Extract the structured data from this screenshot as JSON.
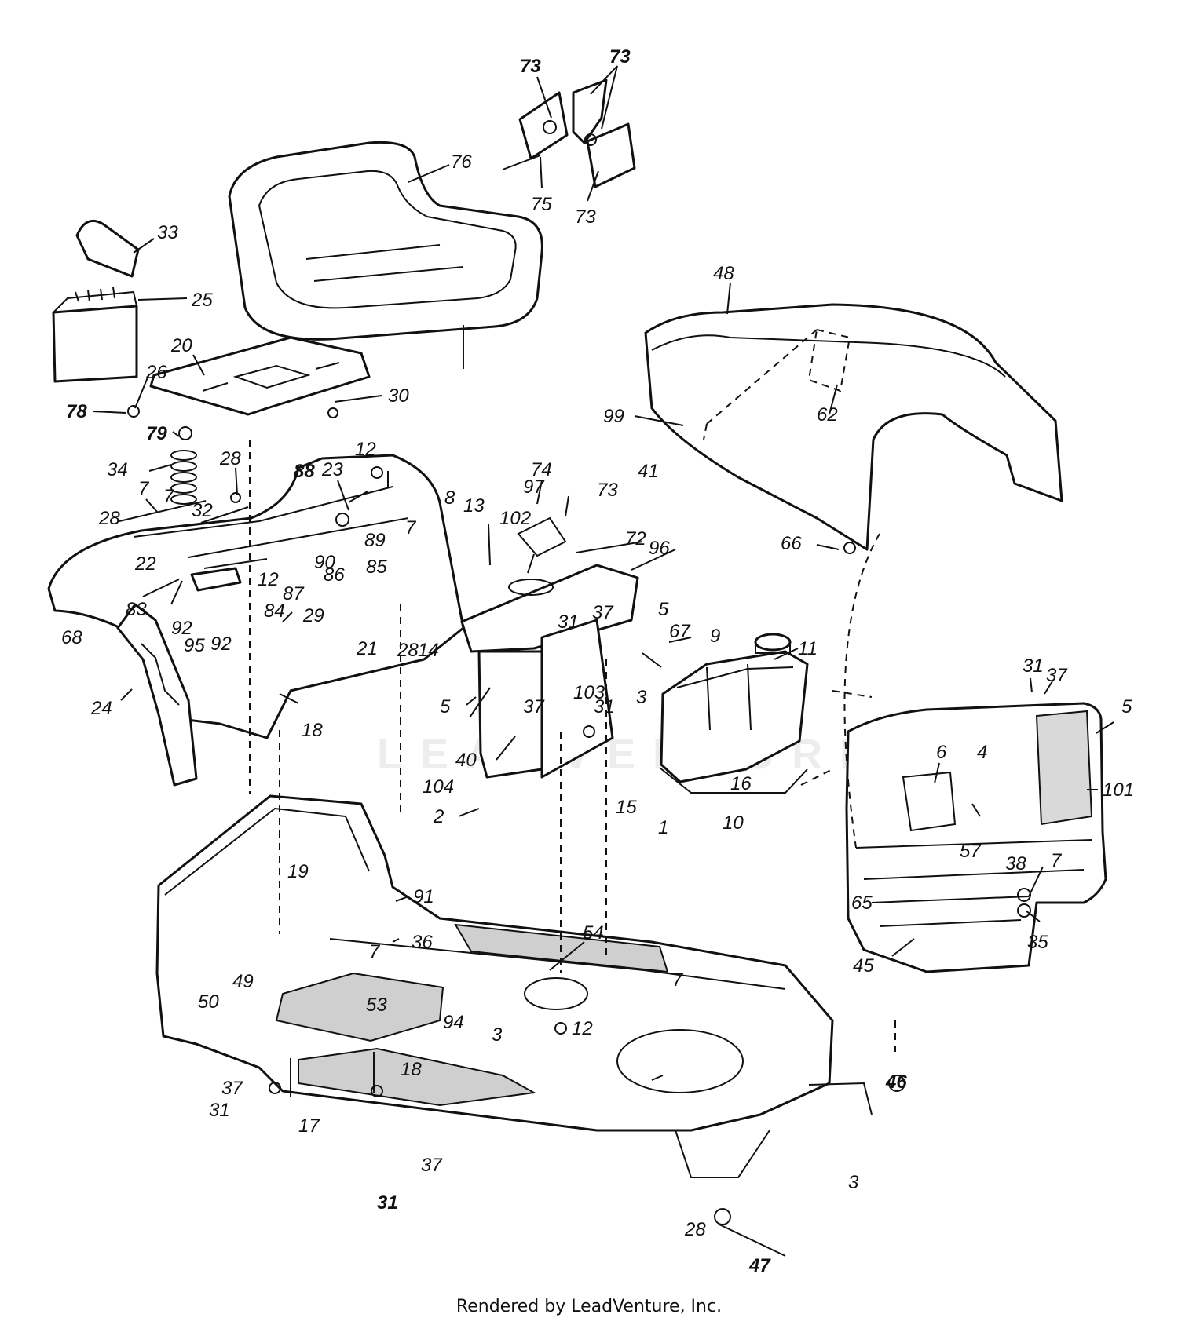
{
  "watermark": "LEADVENTURE",
  "footer": "Rendered by LeadVenture, Inc.",
  "callouts": [
    {
      "text": "73",
      "bold": true
    },
    {
      "text": "73",
      "bold": true
    },
    {
      "text": "75",
      "bold": false
    },
    {
      "text": "73",
      "bold": false
    },
    {
      "text": "76",
      "bold": false
    },
    {
      "text": "33",
      "bold": false
    },
    {
      "text": "25",
      "bold": false
    },
    {
      "text": "48",
      "bold": false
    },
    {
      "text": "20",
      "bold": false
    },
    {
      "text": "26",
      "bold": false
    },
    {
      "text": "30",
      "bold": false
    },
    {
      "text": "78",
      "bold": true
    },
    {
      "text": "79",
      "bold": true
    },
    {
      "text": "62",
      "bold": false
    },
    {
      "text": "99",
      "bold": false
    },
    {
      "text": "41",
      "bold": false
    },
    {
      "text": "34",
      "bold": false
    },
    {
      "text": "28",
      "bold": false
    },
    {
      "text": "88",
      "bold": true
    },
    {
      "text": "23",
      "bold": false
    },
    {
      "text": "12",
      "bold": false
    },
    {
      "text": "7",
      "bold": false
    },
    {
      "text": "74",
      "bold": false
    },
    {
      "text": "97",
      "bold": false
    },
    {
      "text": "73",
      "bold": false
    },
    {
      "text": "8",
      "bold": false
    },
    {
      "text": "13",
      "bold": false
    },
    {
      "text": "102",
      "bold": false
    },
    {
      "text": "72",
      "bold": false
    },
    {
      "text": "66",
      "bold": false
    },
    {
      "text": "7",
      "bold": false
    },
    {
      "text": "28",
      "bold": false
    },
    {
      "text": "32",
      "bold": false
    },
    {
      "text": "7",
      "bold": false
    },
    {
      "text": "89",
      "bold": false
    },
    {
      "text": "96",
      "bold": false
    },
    {
      "text": "22",
      "bold": false
    },
    {
      "text": "90",
      "bold": false
    },
    {
      "text": "86",
      "bold": false
    },
    {
      "text": "85",
      "bold": false
    },
    {
      "text": "12",
      "bold": false
    },
    {
      "text": "87",
      "bold": false
    },
    {
      "text": "83",
      "bold": false
    },
    {
      "text": "84",
      "bold": false
    },
    {
      "text": "68",
      "bold": false
    },
    {
      "text": "92",
      "bold": false
    },
    {
      "text": "95",
      "bold": false
    },
    {
      "text": "92",
      "bold": false
    },
    {
      "text": "29",
      "bold": false
    },
    {
      "text": "14",
      "bold": false
    },
    {
      "text": "28",
      "bold": false
    },
    {
      "text": "21",
      "bold": false
    },
    {
      "text": "5",
      "bold": false
    },
    {
      "text": "37",
      "bold": false
    },
    {
      "text": "9",
      "bold": false
    },
    {
      "text": "67",
      "bold": false
    },
    {
      "text": "31",
      "bold": false
    },
    {
      "text": "11",
      "bold": false
    },
    {
      "text": "24",
      "bold": false
    },
    {
      "text": "18",
      "bold": false
    },
    {
      "text": "5",
      "bold": false
    },
    {
      "text": "37",
      "bold": false
    },
    {
      "text": "103",
      "bold": false
    },
    {
      "text": "31",
      "bold": false
    },
    {
      "text": "3",
      "bold": false
    },
    {
      "text": "31",
      "bold": false
    },
    {
      "text": "37",
      "bold": false
    },
    {
      "text": "5",
      "bold": false
    },
    {
      "text": "40",
      "bold": false
    },
    {
      "text": "6",
      "bold": false
    },
    {
      "text": "4",
      "bold": false
    },
    {
      "text": "104",
      "bold": false
    },
    {
      "text": "15",
      "bold": false
    },
    {
      "text": "16",
      "bold": false
    },
    {
      "text": "101",
      "bold": false
    },
    {
      "text": "2",
      "bold": false
    },
    {
      "text": "1",
      "bold": false
    },
    {
      "text": "10",
      "bold": false
    },
    {
      "text": "57",
      "bold": false
    },
    {
      "text": "38",
      "bold": false
    },
    {
      "text": "7",
      "bold": false
    },
    {
      "text": "19",
      "bold": false
    },
    {
      "text": "91",
      "bold": false
    },
    {
      "text": "65",
      "bold": false
    },
    {
      "text": "7",
      "bold": false
    },
    {
      "text": "36",
      "bold": false
    },
    {
      "text": "54",
      "bold": false
    },
    {
      "text": "35",
      "bold": false
    },
    {
      "text": "45",
      "bold": false
    },
    {
      "text": "49",
      "bold": false
    },
    {
      "text": "50",
      "bold": false
    },
    {
      "text": "53",
      "bold": false
    },
    {
      "text": "94",
      "bold": false
    },
    {
      "text": "7",
      "bold": false
    },
    {
      "text": "3",
      "bold": false
    },
    {
      "text": "12",
      "bold": false
    },
    {
      "text": "18",
      "bold": false
    },
    {
      "text": "46",
      "bold": true
    },
    {
      "text": "37",
      "bold": false
    },
    {
      "text": "31",
      "bold": false
    },
    {
      "text": "17",
      "bold": false
    },
    {
      "text": "3",
      "bold": false
    },
    {
      "text": "37",
      "bold": false
    },
    {
      "text": "31",
      "bold": true
    },
    {
      "text": "28",
      "bold": false
    },
    {
      "text": "47",
      "bold": true
    }
  ]
}
